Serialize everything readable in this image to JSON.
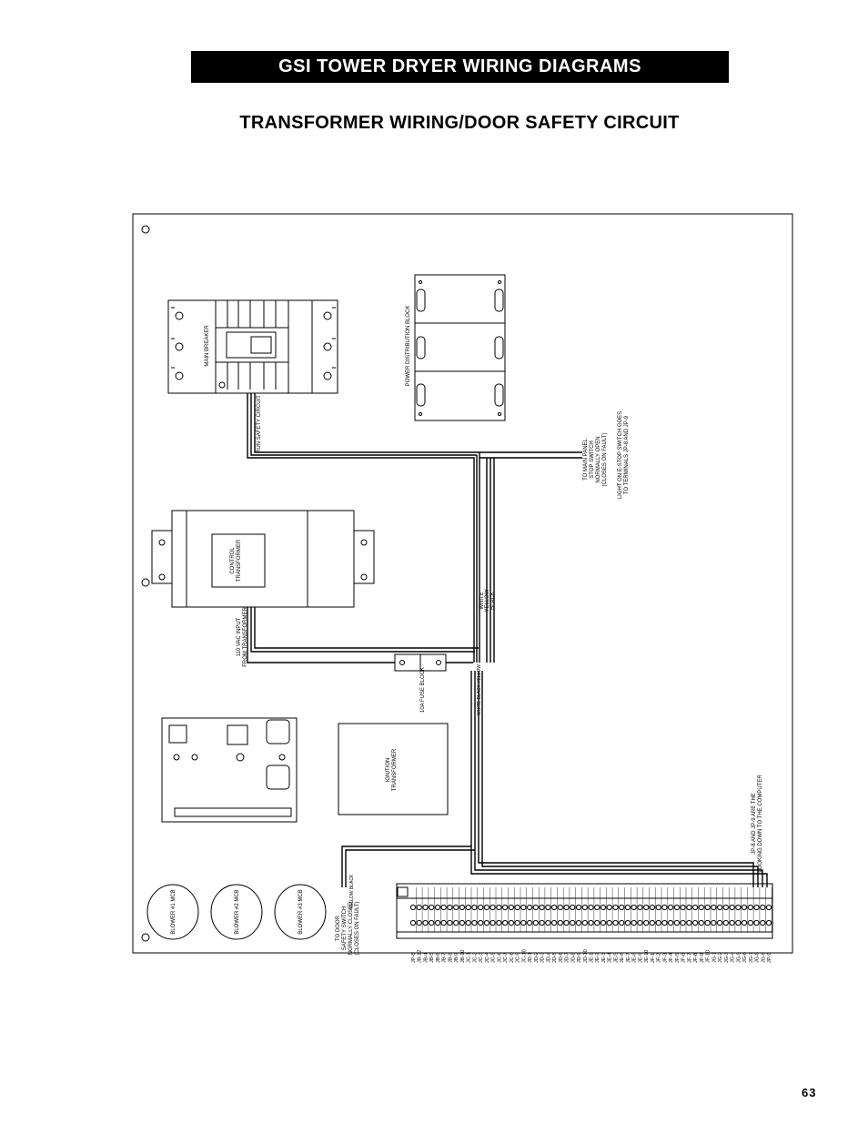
{
  "header": {
    "banner": "GSI TOWER DRYER WIRING DIAGRAMS",
    "title": "TRANSFORMER WIRING/DOOR SAFETY CIRCUIT",
    "page_number": "63"
  },
  "labels": {
    "main_breaker": "MAIN BREAKER",
    "run_safety_circuit": "RUN SAFETY CIRCUIT",
    "power_dist_block": "POWER DISTRIBUTION BLOCK",
    "estop_note_1": "TO MAIN PANEL",
    "estop_note_2": "STOP SWITCH",
    "estop_note_3": "NORMALLY OPEN",
    "estop_note_4": "(CLOSES ON FAULT)",
    "estop_note_5": "LIGHT ON E-STOP SWITCH GOES",
    "estop_note_6": "TO TERMINALS JP-8 AND JP-9",
    "control_transformer_1": "CONTROL",
    "control_transformer_2": "TRANSFORMER",
    "vac_input_1": "110 VAC INPUT",
    "vac_input_2": "FROM TRANSFORMER",
    "wire_white": "WHITE",
    "wire_yellow": "YELLOW",
    "wire_black": "BLACK",
    "fuse_block": "10A FUSE BLOCK",
    "wires_group": "WHITE BLACK YELLOW",
    "ignition_1": "IGNITION",
    "ignition_2": "TRANSFORMER",
    "yellow_black": "YELLOW BLACK",
    "door_note_1": "TO DOOR",
    "door_note_2": "SAFETY SWITCH",
    "door_note_3": "NORMALLY CLOSED",
    "door_note_4": "(CLOSES ON FAULT)",
    "jp_note_1": "JP-8 AND JP-9 ARE THE",
    "jp_note_2": "LOOKING DOWN TO THE COMPUTER",
    "blower1": "BLOWER #1 MCB",
    "blower2": "BLOWER #2 MCB",
    "blower3": "BLOWER #3 MCB"
  },
  "terminals": [
    "JP-8",
    "JB-12",
    "JB-4",
    "JB-5",
    "JB-6",
    "JB-7",
    "JB-8",
    "JB-9",
    "JB-10",
    "JC-1",
    "JC-2",
    "JC-3",
    "JC-4",
    "JC-5",
    "JC-6",
    "JC-7",
    "JC-8",
    "JC-9",
    "JC-10",
    "JD-1",
    "JD-2",
    "JD-3",
    "JD-4",
    "JD-5",
    "JD-6",
    "JD-7",
    "JD-8",
    "JD-9",
    "JD-10",
    "JE-1",
    "JE-2",
    "JE-3",
    "JE-4",
    "JE-5",
    "JE-6",
    "JE-7",
    "JE-8",
    "JE-9",
    "JE-10",
    "JF-1",
    "JF-2",
    "JF-3",
    "JF-4",
    "JF-5",
    "JF-6",
    "JF-7",
    "JF-8",
    "JF-9",
    "JF-10",
    "JG-1",
    "JG-2",
    "JG-3",
    "JG-4",
    "JG-5",
    "JG-6",
    "JG-7",
    "JG-8",
    "JG-9",
    "JP-9"
  ],
  "colors": {
    "ink": "#000000",
    "paper": "#ffffff"
  }
}
